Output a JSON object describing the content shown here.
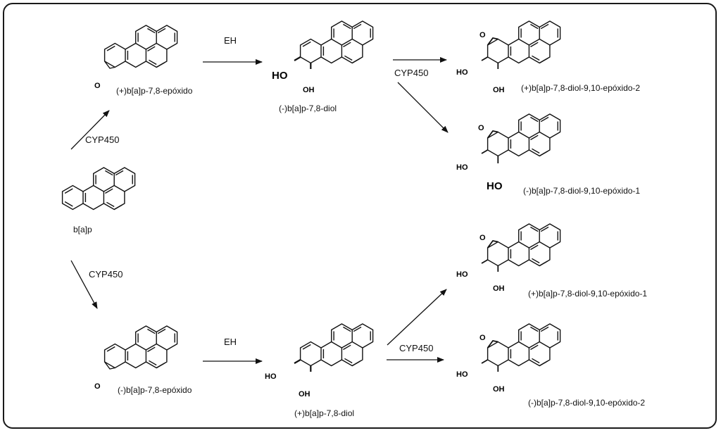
{
  "diagram": {
    "type": "metabolic-pathway",
    "nodes": [
      {
        "id": "bap",
        "label": "b[a]p"
      },
      {
        "id": "epox_plus",
        "label": "(+)b[a]p-7,8-epóxido"
      },
      {
        "id": "epox_minus",
        "label": "(-)b[a]p-7,8-epóxido"
      },
      {
        "id": "diol_minus",
        "label": "(-)b[a]p-7,8-diol"
      },
      {
        "id": "diol_plus",
        "label": "(+)b[a]p-7,8-diol"
      },
      {
        "id": "de_plus2",
        "label": "(+)b[a]p-7,8-diol-9,10-epóxido-2"
      },
      {
        "id": "de_minus1",
        "label": "(-)b[a]p-7,8-diol-9,10-epóxido-1"
      },
      {
        "id": "de_plus1",
        "label": "(+)b[a]p-7,8-diol-9,10-epóxido-1"
      },
      {
        "id": "de_minus2",
        "label": "(-)b[a]p-7,8-diol-9,10-epóxido-2"
      }
    ],
    "edges": [
      {
        "from": "bap",
        "to": "epox_plus",
        "label": "CYP450"
      },
      {
        "from": "bap",
        "to": "epox_minus",
        "label": "CYP450"
      },
      {
        "from": "epox_plus",
        "to": "diol_minus",
        "label": "EH"
      },
      {
        "from": "epox_minus",
        "to": "diol_plus",
        "label": "EH"
      },
      {
        "from": "diol_minus",
        "to": "de_plus2",
        "label": "CYP450"
      },
      {
        "from": "diol_minus",
        "to": "de_minus1",
        "label": ""
      },
      {
        "from": "diol_plus",
        "to": "de_plus1",
        "label": ""
      },
      {
        "from": "diol_plus",
        "to": "de_minus2",
        "label": "CYP450"
      }
    ],
    "atom_labels": {
      "hydroxyl": "HO",
      "hydroxyl_right": "OH",
      "oxygen": "O"
    }
  }
}
